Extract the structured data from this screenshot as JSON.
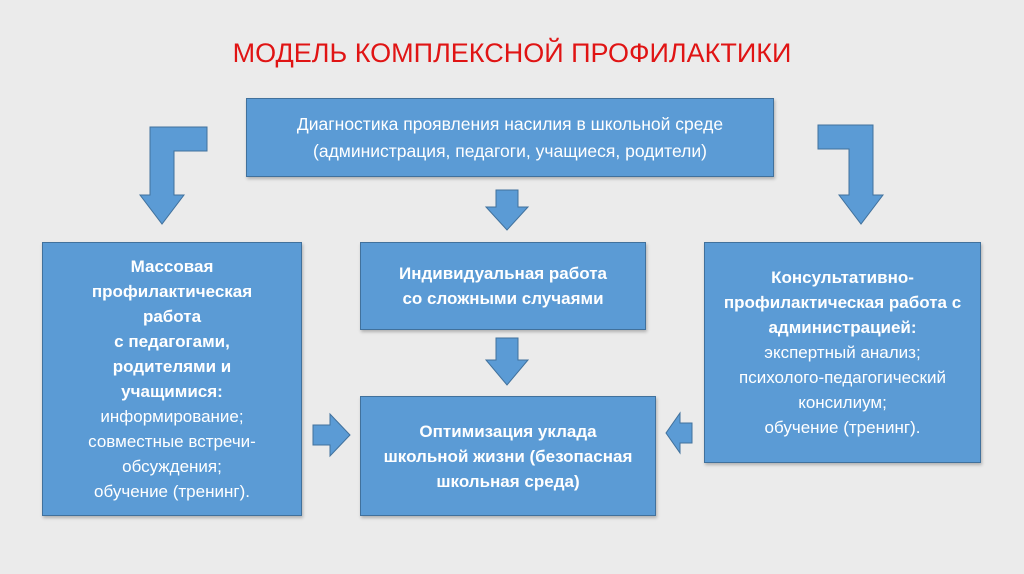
{
  "title": "МОДЕЛЬ КОМПЛЕКСНОЙ ПРОФИЛАКТИКИ",
  "top_box": {
    "lines": [
      "Диагностика проявления насилия в школьной среде",
      "(администрация, педагоги, учащиеся, родители)"
    ]
  },
  "left_box": {
    "bold_lines": [
      "Массовая",
      "профилактическая",
      "работа",
      "с педагогами,",
      "родителями и",
      "учащимися:"
    ],
    "normal_lines": [
      "информирование;",
      "совместные встречи-",
      "обсуждения;",
      "обучение (тренинг)."
    ]
  },
  "center_box": {
    "bold_lines": [
      "Индивидуальная работа",
      "со сложными случаями"
    ]
  },
  "right_box": {
    "bold_lines": [
      "Консультативно-",
      "профилактическая работа с",
      "администрацией:"
    ],
    "normal_lines": [
      "экспертный анализ;",
      "психолого-педагогический",
      "консилиум;",
      "обучение (тренинг)."
    ]
  },
  "bottom_box": {
    "bold_lines": [
      "Оптимизация уклада",
      "школьной жизни (безопасная",
      "школьная среда)"
    ]
  },
  "colors": {
    "title": "#e01414",
    "box_fill": "#5b9bd5",
    "box_border": "#41719c",
    "box_text": "#ffffff",
    "background": "#ebebeb"
  }
}
